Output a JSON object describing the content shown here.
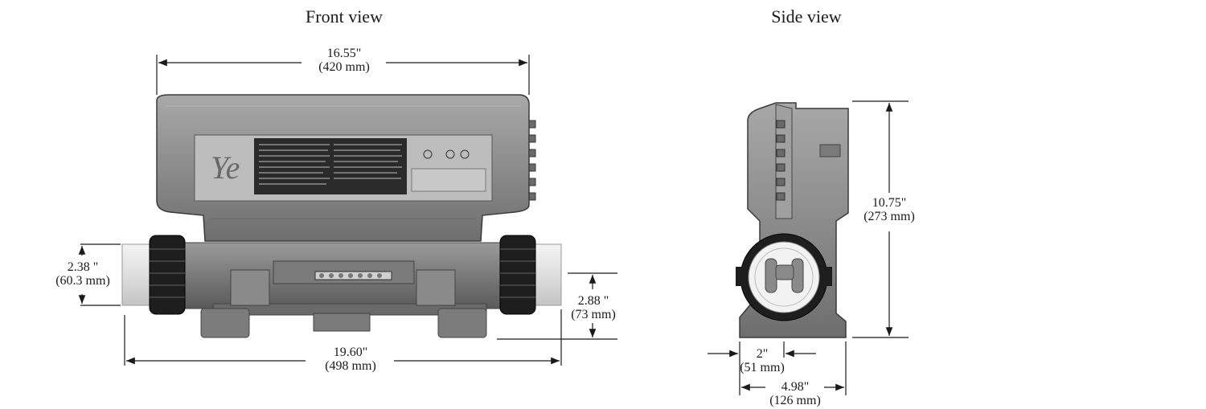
{
  "views": {
    "front_title": "Front view",
    "side_title": "Side view"
  },
  "front": {
    "top_width": {
      "in": "16.55\"",
      "mm": "(420 mm)"
    },
    "left_height": {
      "in": "2.38 \"",
      "mm": "(60.3 mm)"
    },
    "right_height": {
      "in": "2.88 \"",
      "mm": "(73 mm)"
    },
    "bottom_width": {
      "in": "19.60\"",
      "mm": "(498 mm)"
    },
    "logo_text": "Ye"
  },
  "side": {
    "height": {
      "in": "10.75\"",
      "mm": "(273 mm)"
    },
    "offset": {
      "in": "2\"",
      "mm": "(51 mm)"
    },
    "depth": {
      "in": "4.98\"",
      "mm": "(126 mm)"
    }
  },
  "colors": {
    "body": "#8c8c8c",
    "body_light": "#a6a6a6",
    "body_dark": "#5e5e5e",
    "label_panel": "#bdbdbd",
    "label_black": "#2a2a2a",
    "pipe": "#e2e2e2",
    "union": "#1e1e1e"
  }
}
